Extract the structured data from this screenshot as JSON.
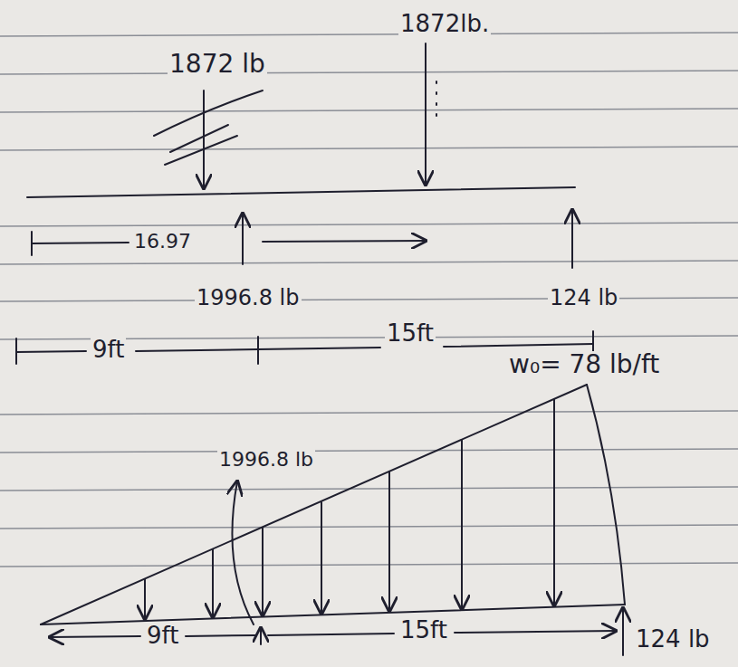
{
  "diagram": {
    "labels": [
      "1872 lb",
      "1872lb.",
      "16.97",
      "1996.8 lb",
      "124 lb",
      "9ft",
      "15ft",
      "w₀= 78 lb/ft",
      "1996.8 lb",
      "9ft",
      "15ft",
      "124 lb"
    ]
  }
}
